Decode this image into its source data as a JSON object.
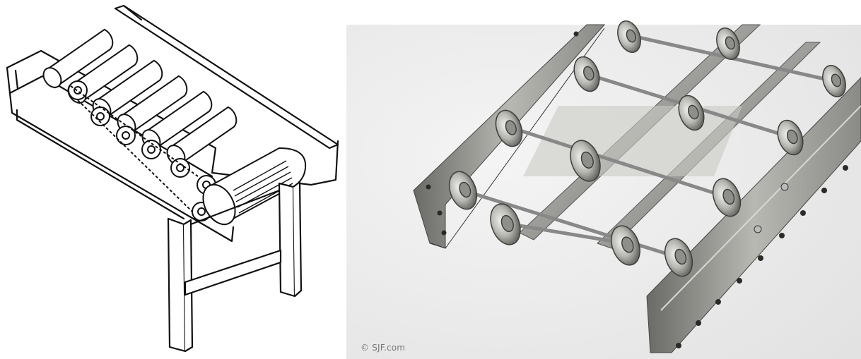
{
  "images": {
    "left": {
      "name": "roller-conveyor-line-drawing"
    },
    "right": {
      "name": "skatewheel-conveyor-photo"
    }
  },
  "watermark": {
    "text": "© SJF.com"
  }
}
